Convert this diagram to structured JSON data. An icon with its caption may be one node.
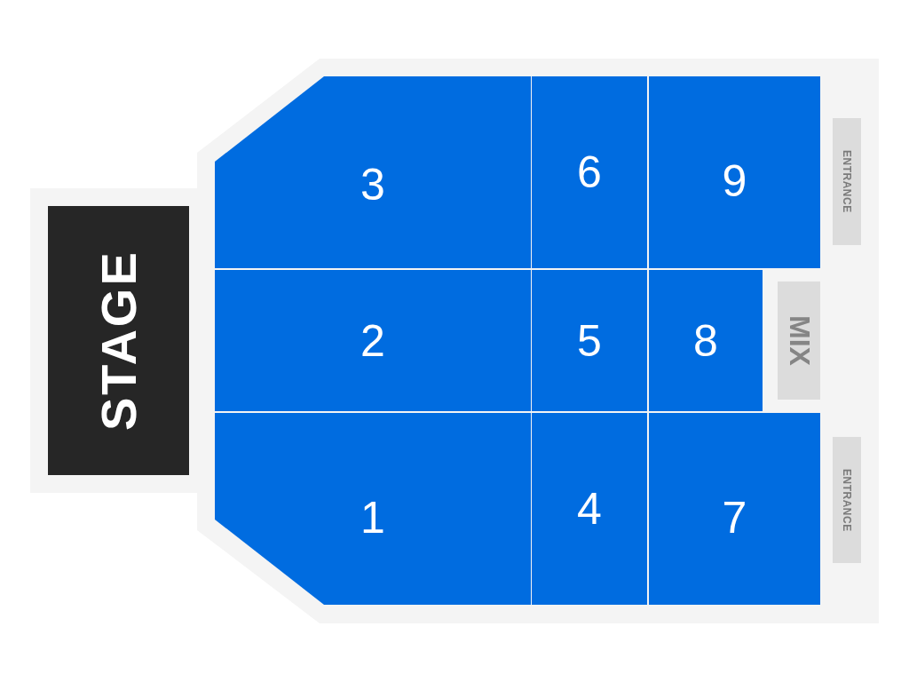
{
  "diagram": {
    "nodes": [
      {
        "text": [
          "STAGE"
        ]
      },
      {
        "text": [
          "3"
        ]
      },
      {
        "text": [
          "6"
        ]
      },
      {
        "text": [
          "9"
        ]
      },
      {
        "text": [
          "ENTRANCE"
        ]
      },
      {
        "text": [
          "2"
        ]
      },
      {
        "text": [
          "5"
        ]
      },
      {
        "text": [
          "8"
        ]
      },
      {
        "text": [
          "MIX"
        ]
      },
      {
        "text": [
          "1"
        ]
      },
      {
        "text": [
          "4"
        ]
      },
      {
        "text": [
          "7"
        ]
      },
      {
        "text": [
          "ENTRANCE"
        ]
      }
    ],
    "edges": []
  }
}
